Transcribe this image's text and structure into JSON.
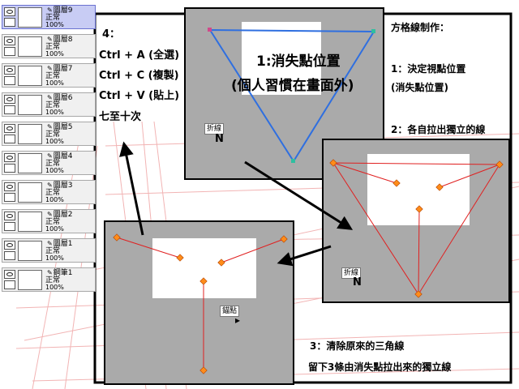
{
  "layers": [
    {
      "name": "圖層9",
      "mode": "正常",
      "opacity": "100%",
      "selected": true
    },
    {
      "name": "圖層8",
      "mode": "正常",
      "opacity": "100%",
      "selected": false
    },
    {
      "name": "圖層7",
      "mode": "正常",
      "opacity": "100%",
      "selected": false
    },
    {
      "name": "圖層6",
      "mode": "正常",
      "opacity": "100%",
      "selected": false
    },
    {
      "name": "圖層5",
      "mode": "正常",
      "opacity": "100%",
      "selected": false
    },
    {
      "name": "圖層4",
      "mode": "正常",
      "opacity": "100%",
      "selected": false
    },
    {
      "name": "圖層3",
      "mode": "正常",
      "opacity": "100%",
      "selected": false
    },
    {
      "name": "圖層2",
      "mode": "正常",
      "opacity": "100%",
      "selected": false
    },
    {
      "name": "圖層1",
      "mode": "正常",
      "opacity": "100%",
      "selected": false
    },
    {
      "name": "鋼筆1",
      "mode": "正常",
      "opacity": "100%",
      "selected": false
    }
  ],
  "step4": {
    "title": "4：",
    "lines": [
      "Ctrl + A (全選)",
      "Ctrl + C (複製)",
      "Ctrl + V (貼上)",
      "七至十次"
    ]
  },
  "panel1": {
    "title_line1": "1:消失點位置",
    "title_line2": "(個人習慣在畫面外)",
    "tool_label": "折線"
  },
  "right_notes": {
    "heading": "方格線制作：",
    "step1_line1": "1：決定視點位置",
    "step1_line2": "(消失點位置)",
    "step2": "2：各自拉出獨立的線"
  },
  "panel2": {
    "tool_label": "折線"
  },
  "panel3": {
    "tool_label": "錨點"
  },
  "step3": {
    "line1": "3：清除原來的三角線",
    "line2": "留下3條由消失點拉出來的獨立線"
  },
  "colors": {
    "panel_bg": "#aaaaaa",
    "triangle_blue": "#2f6fe0",
    "guide_red": "#e02020",
    "handle_orange": "#ff8c1a",
    "grid_pink": "#f2b4b4"
  }
}
